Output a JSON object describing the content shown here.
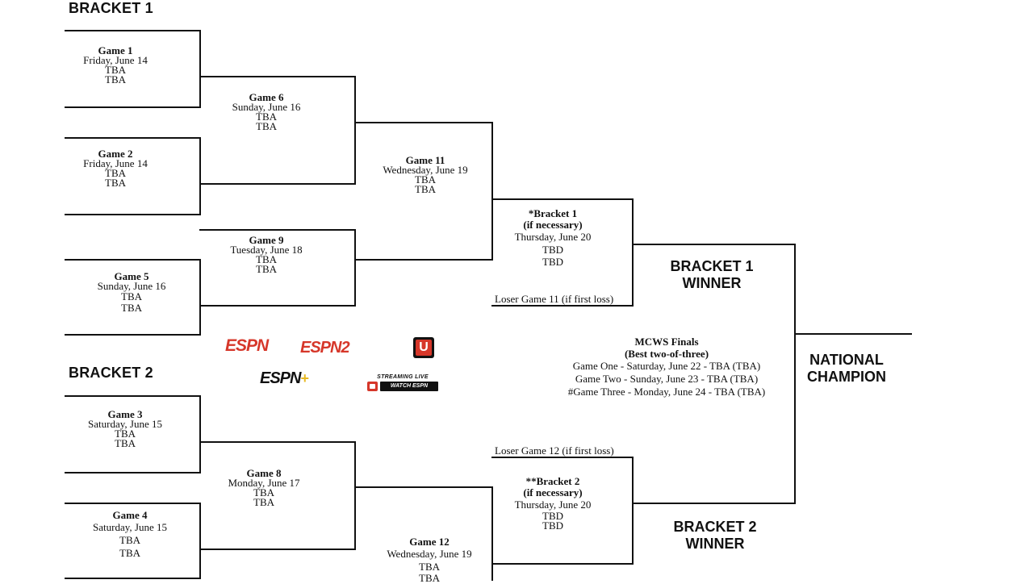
{
  "headers": {
    "bracket1": "BRACKET 1",
    "bracket2": "BRACKET 2"
  },
  "games": {
    "g1": {
      "title": "Game 1",
      "l1": "Friday, June 14",
      "l2": "TBA",
      "l3": "TBA"
    },
    "g2": {
      "title": "Game 2",
      "l1": "Friday, June 14",
      "l2": "TBA",
      "l3": "TBA"
    },
    "g5": {
      "title": "Game 5",
      "l1": "Sunday, June 16",
      "l2": "TBA",
      "l3": "TBA"
    },
    "g6": {
      "title": "Game 6",
      "l1": "Sunday, June 16",
      "l2": "TBA",
      "l3": "TBA"
    },
    "g9": {
      "title": "Game 9",
      "l1": "Tuesday, June 18",
      "l2": "TBA",
      "l3": "TBA"
    },
    "g11": {
      "title": "Game 11",
      "l1": "Wednesday, June 19",
      "l2": "TBA",
      "l3": "TBA"
    },
    "b1": {
      "title": "*Bracket 1",
      "sub": "(if necessary)",
      "l1": "Thursday, June 20",
      "l2": "TBD",
      "l3": "TBD"
    },
    "g3": {
      "title": "Game 3",
      "l1": "Saturday, June 15",
      "l2": "TBA",
      "l3": "TBA"
    },
    "g4": {
      "title": "Game 4",
      "l1": "Saturday, June 15",
      "l2": "TBA",
      "l3": "TBA"
    },
    "g8": {
      "title": "Game 8",
      "l1": "Monday, June 17",
      "l2": "TBA",
      "l3": "TBA"
    },
    "g12": {
      "title": "Game 12",
      "l1": "Wednesday, June 19",
      "l2": "TBA",
      "l3": "TBA"
    },
    "b2": {
      "title": "**Bracket 2",
      "sub": "(if necessary)",
      "l1": "Thursday, June 20",
      "l2": "TBD",
      "l3": "TBD"
    }
  },
  "notes": {
    "loser11": "Loser Game 11 (if first loss)",
    "loser12": "Loser Game 12 (if first loss)"
  },
  "winners": {
    "b1_line1": "BRACKET 1",
    "b1_line2": "WINNER",
    "b2_line1": "BRACKET 2",
    "b2_line2": "WINNER",
    "champ_line1": "NATIONAL",
    "champ_line2": "CHAMPION"
  },
  "finals": {
    "title": "MCWS Finals",
    "subtitle": "(Best two-of-three)",
    "g1": "Game One - Saturday, June 22 - TBA (TBA)",
    "g2": "Game Two - Sunday, June 23 - TBA (TBA)",
    "g3": "#Game Three - Monday, June 24 - TBA (TBA)"
  },
  "logos": {
    "espn": "ESPN",
    "espn2": "ESPN2",
    "espnu": "U",
    "espnplus": "ESPN",
    "plus": "+",
    "streaming": "STREAMING LIVE",
    "watch": "WATCH ESPN",
    "colors": {
      "espn_red": "#d6372a",
      "plus_gold": "#e8b923",
      "black": "#111111"
    }
  }
}
